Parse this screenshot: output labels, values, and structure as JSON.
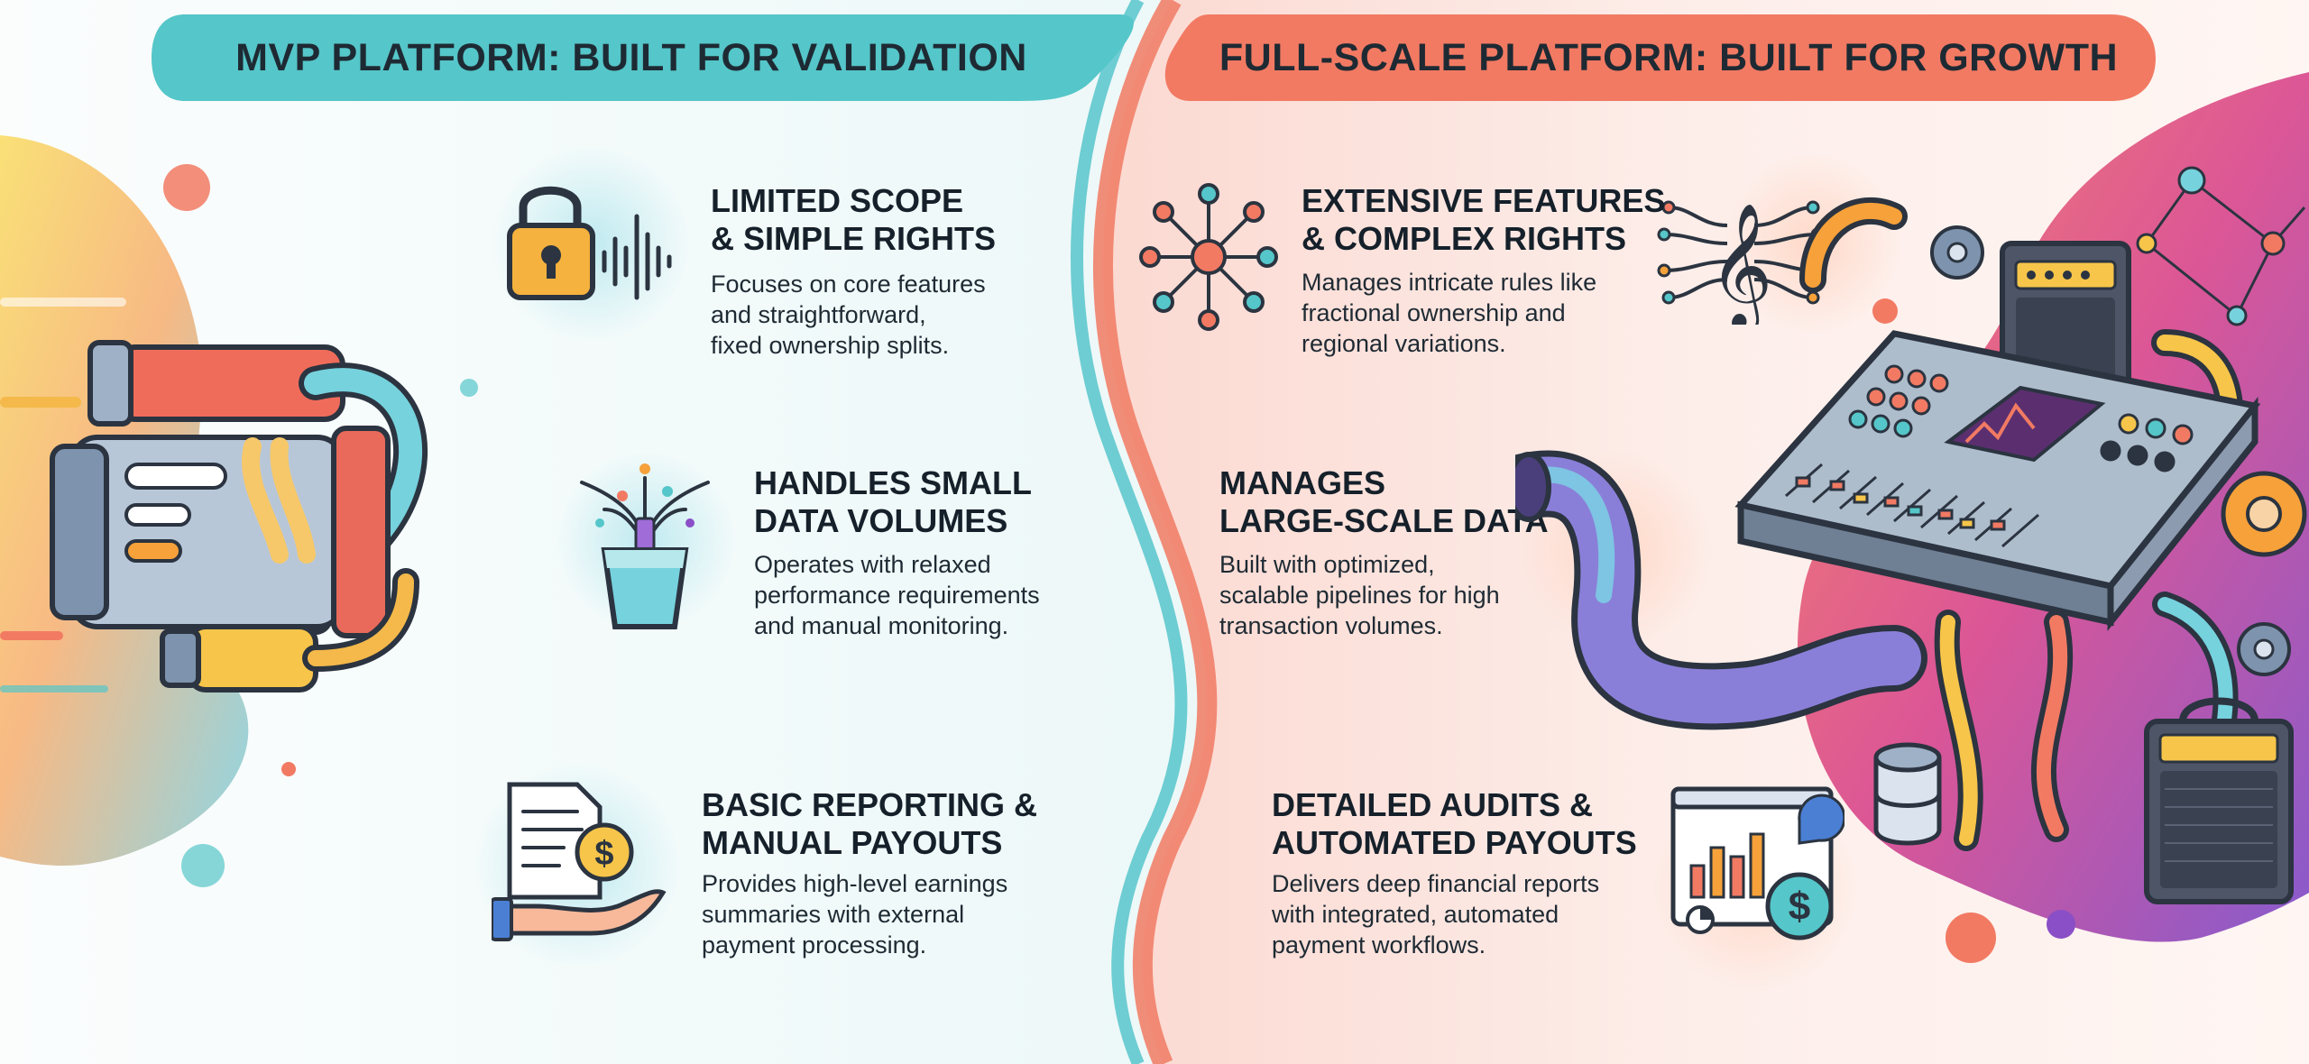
{
  "left_panel": {
    "banner_title": "MVP PLATFORM: BUILT FOR VALIDATION",
    "items": [
      {
        "title_line1": "LIMITED SCOPE",
        "title_line2": "& SIMPLE RIGHTS",
        "desc_line1": "Focuses on core features",
        "desc_line2": "and straightforward,",
        "desc_line3": "fixed ownership splits.",
        "icon": "padlock-soundwave-icon"
      },
      {
        "title_line1": "HANDLES SMALL",
        "title_line2": "DATA VOLUMES",
        "desc_line1": "Operates with relaxed",
        "desc_line2": "performance requirements",
        "desc_line3": "and manual monitoring.",
        "icon": "small-data-bucket-icon"
      },
      {
        "title_line1": "BASIC REPORTING &",
        "title_line2": "MANUAL PAYOUTS",
        "desc_line1": "Provides high-level earnings",
        "desc_line2": "summaries with external",
        "desc_line3": "payment processing.",
        "icon": "document-payment-hand-icon"
      }
    ],
    "illustration": "compact-engine-illustration"
  },
  "right_panel": {
    "banner_title": "FULL-SCALE PLATFORM: BUILT FOR GROWTH",
    "items": [
      {
        "title_line1": "EXTENSIVE FEATURES",
        "title_line2": "& COMPLEX RIGHTS",
        "desc_line1": "Manages intricate rules like",
        "desc_line2": "fractional ownership and",
        "desc_line3": "regional variations.",
        "icon_left": "network-nodes-icon",
        "icon_right": "treble-clef-network-icon"
      },
      {
        "title_line1": "MANAGES",
        "title_line2": "LARGE-SCALE DATA",
        "desc_line1": "Built with optimized,",
        "desc_line2": "scalable pipelines for high",
        "desc_line3": "transaction volumes.",
        "icon": "data-pipe-icon"
      },
      {
        "title_line1": "DETAILED AUDITS &",
        "title_line2": "AUTOMATED PAYOUTS",
        "desc_line1": "Delivers deep financial reports",
        "desc_line2": "with integrated, automated",
        "desc_line3": "payment workflows.",
        "icon": "financial-report-dollar-icon"
      }
    ],
    "illustration": "mixing-console-pipeline-illustration"
  },
  "colors": {
    "left_banner": "#55c6c9",
    "right_banner": "#f27a63",
    "left_bg": "#e9f6f7",
    "right_bg": "#fde9e4",
    "accent_orange": "#f6a13a",
    "accent_purple": "#8a4fc6"
  }
}
